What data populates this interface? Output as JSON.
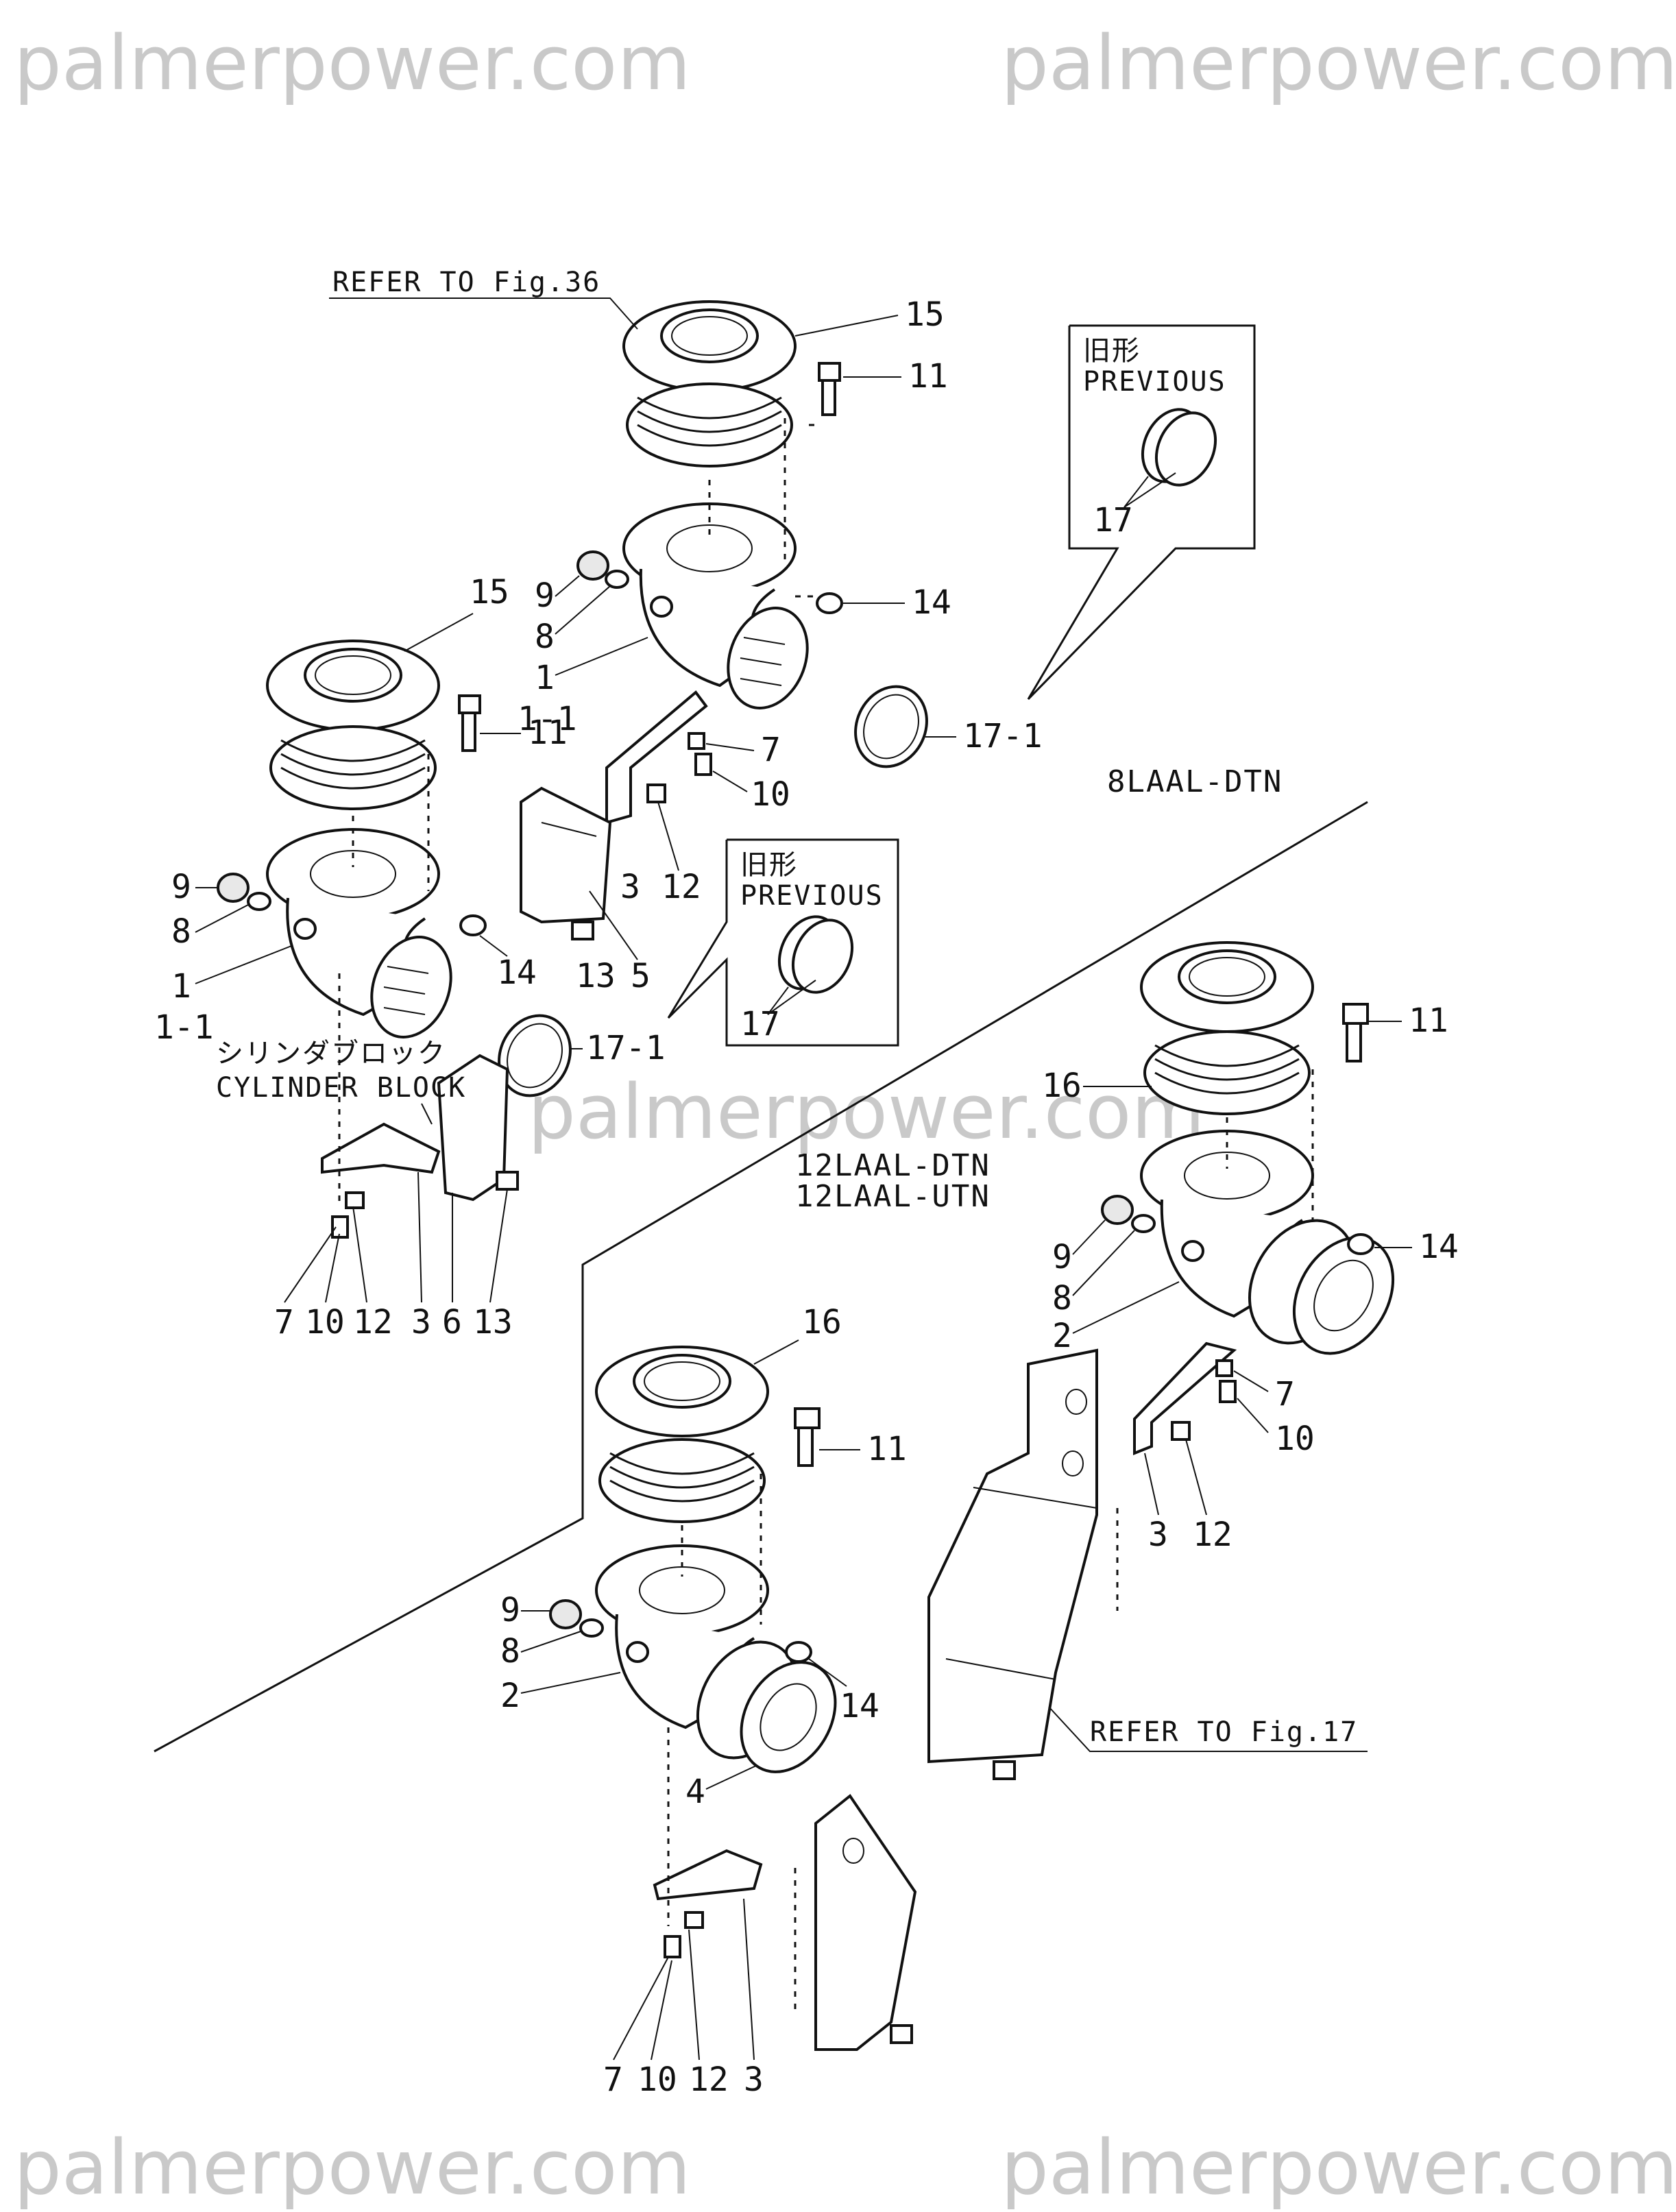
{
  "watermark": {
    "top_left": "palmerpower.com",
    "top_right": "palmerpower.com",
    "center": "palmerpower.com",
    "bottom_left": "palmerpower.com",
    "bottom_right": "palmerpower.com"
  },
  "references": {
    "fig36": "REFER TO Fig.36",
    "fig17": "REFER TO Fig.17"
  },
  "models": {
    "top": "8LAAL-DTN",
    "bottom_1": "12LAAL-DTN",
    "bottom_2": "12LAAL-UTN"
  },
  "cylinder_block": {
    "jp": "シリンダブロック",
    "en": "CYLINDER BLOCK"
  },
  "previous_boxes": [
    {
      "jp": "旧形",
      "en": "PREVIOUS",
      "part": "17"
    },
    {
      "jp": "旧形",
      "en": "PREVIOUS",
      "part": "17"
    }
  ],
  "callouts": {
    "a_15": "15",
    "a_11": "11",
    "a_9": "9",
    "a_8": "8",
    "a_14": "14",
    "a_1": "1",
    "a_1_1": "1-1",
    "a_17_1": "17-1",
    "a_7": "7",
    "a_10": "10",
    "a_3": "3",
    "a_12": "12",
    "a_13": "13",
    "a_5": "5",
    "b_15": "15",
    "b_11": "11",
    "b_9": "9",
    "b_8": "8",
    "b_14": "14",
    "b_1": "1",
    "b_1_1": "1-1",
    "b_17_1": "17-1",
    "b_bottom": [
      "7",
      "10",
      "12",
      "3",
      "6",
      "13"
    ],
    "c_11": "11",
    "c_16": "16",
    "c_9": "9",
    "c_8": "8",
    "c_14": "14",
    "c_2": "2",
    "c_7": "7",
    "c_10": "10",
    "c_3": "3",
    "c_12": "12",
    "d_16": "16",
    "d_11": "11",
    "d_9": "9",
    "d_8": "8",
    "d_2": "2",
    "d_14": "14",
    "d_4": "4",
    "d_bottom": [
      "7",
      "10",
      "12",
      "3"
    ]
  }
}
